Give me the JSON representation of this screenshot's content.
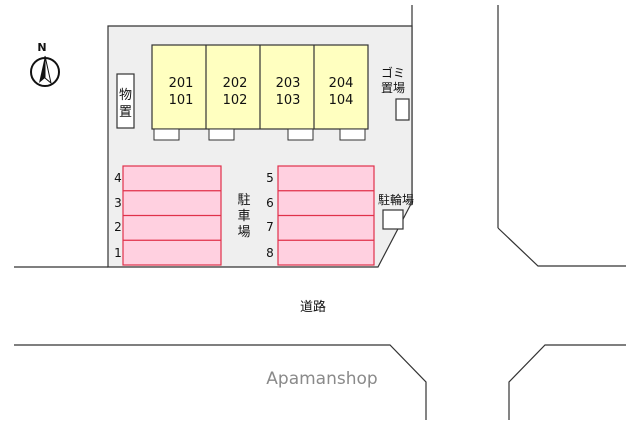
{
  "compass": {
    "label": "N"
  },
  "storage": {
    "label_chars": [
      "物",
      "置"
    ]
  },
  "building": {
    "units": [
      {
        "upper": "201",
        "lower": "101"
      },
      {
        "upper": "202",
        "lower": "102"
      },
      {
        "upper": "203",
        "lower": "103"
      },
      {
        "upper": "204",
        "lower": "104"
      }
    ],
    "color": "#ffffc0"
  },
  "garbage": {
    "line1": "ゴミ",
    "line2": "置場"
  },
  "parking": {
    "label_chars": [
      "駐",
      "車",
      "場"
    ],
    "left_spaces": [
      "4",
      "3",
      "2",
      "1"
    ],
    "right_spaces": [
      "5",
      "6",
      "7",
      "8"
    ],
    "fill_color": "#ffd0e0",
    "line_color": "#e0304a"
  },
  "bicycle": {
    "label": "駐輪場"
  },
  "road": {
    "label": "道路"
  },
  "shop": {
    "label": "Apamanshop"
  }
}
